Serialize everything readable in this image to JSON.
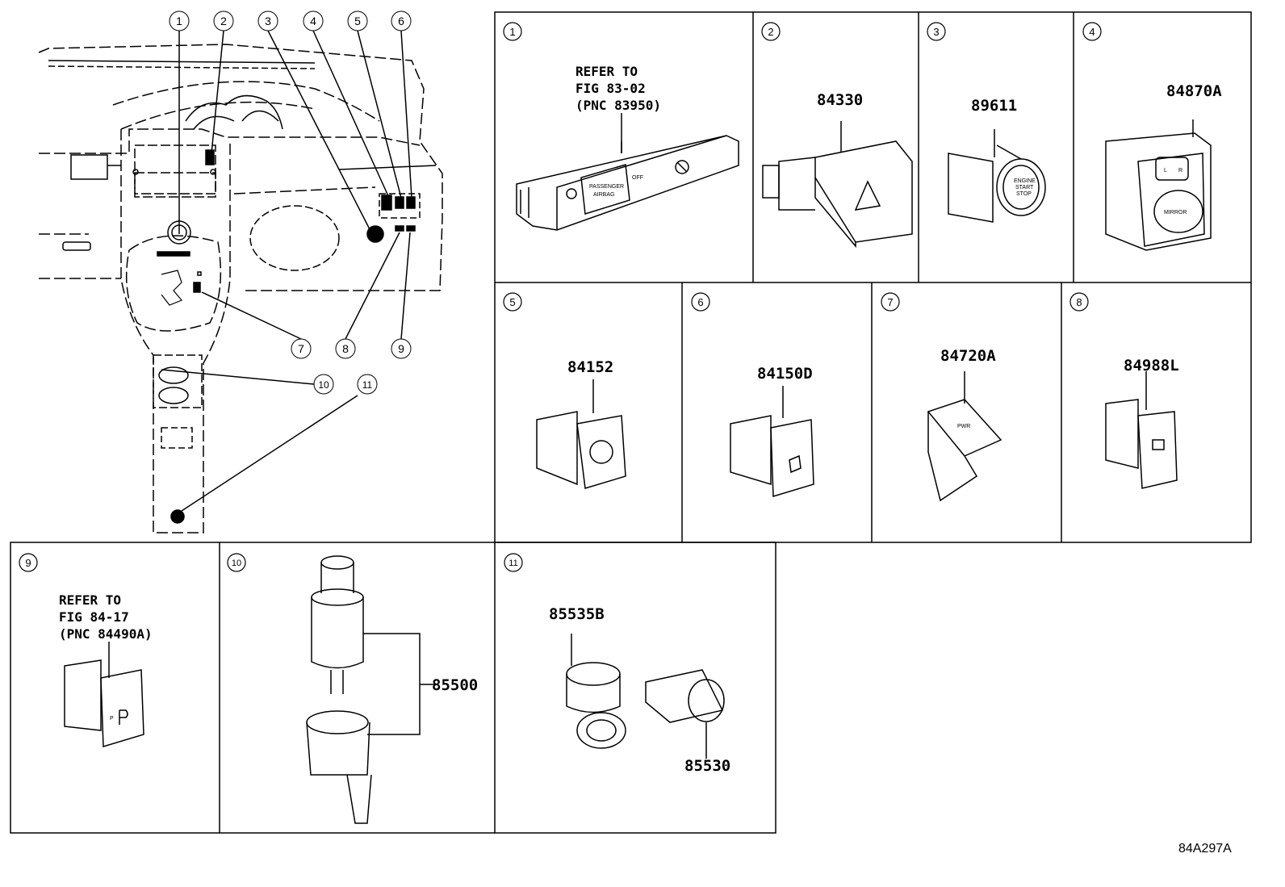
{
  "figure_code": "84A297A",
  "callouts": [
    {
      "n": "1",
      "label": "①"
    },
    {
      "n": "2",
      "label": "②"
    },
    {
      "n": "3",
      "label": "③"
    },
    {
      "n": "4",
      "label": "④"
    },
    {
      "n": "5",
      "label": "⑤"
    },
    {
      "n": "6",
      "label": "⑥"
    },
    {
      "n": "7",
      "label": "⑦"
    },
    {
      "n": "8",
      "label": "⑧"
    },
    {
      "n": "9",
      "label": "⑨"
    },
    {
      "n": "10",
      "label": "⑩"
    },
    {
      "n": "11",
      "label": "⑪"
    }
  ],
  "panels": {
    "p1": {
      "note": [
        "REFER TO",
        "FIG 83-02",
        "(PNC 83950)"
      ],
      "switch_text": [
        "PASSENGER",
        "AIRBAG",
        "OFF"
      ]
    },
    "p2": {
      "part": "84330"
    },
    "p3": {
      "part": "89611",
      "switch_text": [
        "ENGINE",
        "START",
        "STOP"
      ]
    },
    "p4": {
      "part": "84870A",
      "switch_text": [
        "L",
        "R",
        "MIRROR"
      ]
    },
    "p5": {
      "part": "84152"
    },
    "p6": {
      "part": "84150D"
    },
    "p7": {
      "part": "84720A",
      "switch_text": "PWR"
    },
    "p8": {
      "part": "84988L"
    },
    "p9": {
      "note": [
        "REFER TO",
        "FIG 84-17",
        "(PNC 84490A)"
      ],
      "switch_text": "P"
    },
    "p10": {
      "part": "85500"
    },
    "p11": {
      "part_a": "85535B",
      "part_b": "85530"
    }
  },
  "icons": [
    "circle-number-icon",
    "hazard-triangle-icon",
    "headlamp-leveling-icon",
    "fog-lamp-icon",
    "vsc-off-icon",
    "parking-sensor-icon",
    "airbag-off-icon"
  ]
}
